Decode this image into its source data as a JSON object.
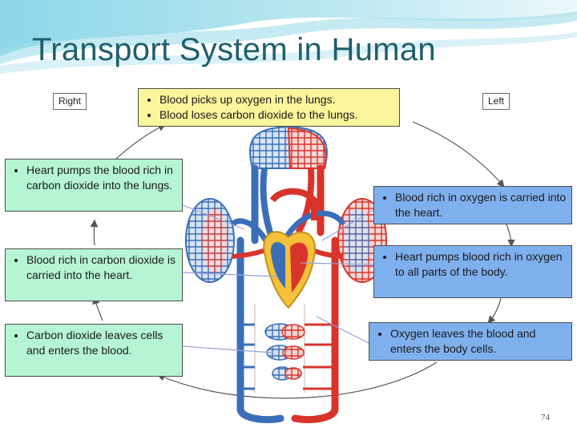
{
  "slide": {
    "title": "Transport System in Human",
    "page_number": "74"
  },
  "labels": {
    "right": "Right",
    "left": "Left"
  },
  "top_box": {
    "items": [
      "Blood picks up oxygen in the lungs.",
      "Blood loses carbon dioxide to the lungs."
    ]
  },
  "left_boxes": [
    {
      "text": "Heart pumps the blood rich in carbon dioxide into the lungs."
    },
    {
      "text": "Blood rich in carbon dioxide is carried into the heart."
    },
    {
      "text": "Carbon dioxide leaves cells and enters the blood."
    }
  ],
  "right_boxes": [
    {
      "text": "Blood rich in oxygen is carried into the heart."
    },
    {
      "text": "Heart pumps blood rich in oxygen to all parts of the body."
    },
    {
      "text": "Oxygen leaves the blood and enters the body cells."
    }
  ],
  "colors": {
    "title": "#1f5f6b",
    "green_box": "#b6f5d3",
    "blue_box": "#7fb0ee",
    "yellow_box": "#fbf59b",
    "oxygenated_blood": "#d9342b",
    "deoxygenated_blood": "#3a6fb8",
    "heart_fill": "#f5c13a"
  }
}
